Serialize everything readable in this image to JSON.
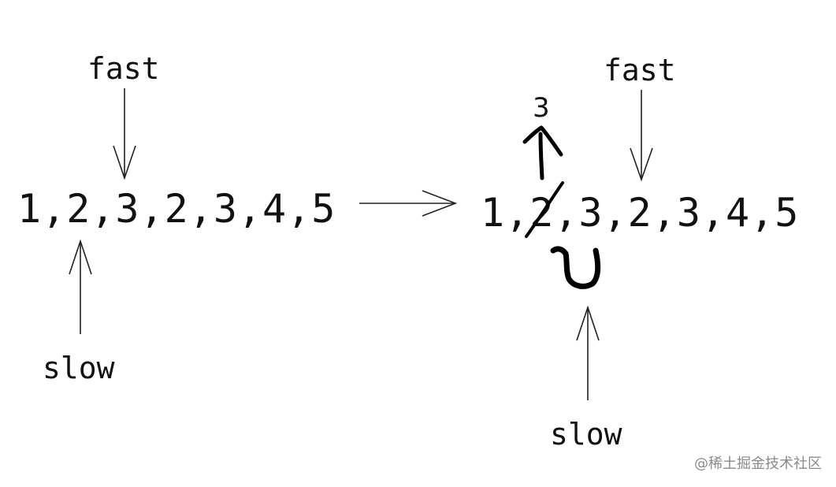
{
  "left": {
    "fast_label": "fast",
    "slow_label": "slow",
    "sequence": "1,2,3,2,3,4,5"
  },
  "right": {
    "fast_label": "fast",
    "slow_label": "slow",
    "sequence": "1,2,3,2,3,4,5",
    "handwritten_value": "3"
  },
  "watermark": "@稀土掘金技术社区"
}
